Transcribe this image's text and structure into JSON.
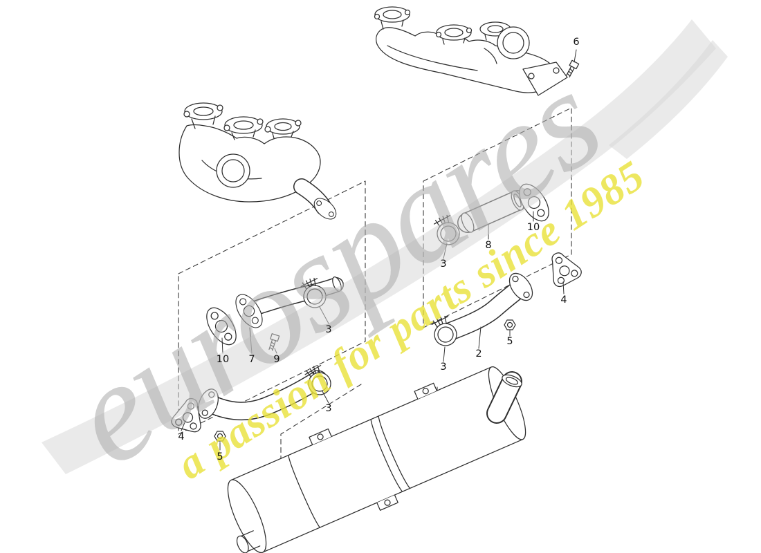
{
  "watermark": {
    "brand": "eurospares",
    "tagline": "a passion for parts since 1985",
    "brand_color": "#a9a9a9",
    "tagline_color": "#e8e138"
  },
  "diagram": {
    "line_color": "#2e2e2e",
    "callouts": [
      "6",
      "10",
      "8",
      "3",
      "4",
      "3",
      "10",
      "7",
      "9",
      "3",
      "2",
      "5",
      "3",
      "4",
      "5"
    ]
  }
}
